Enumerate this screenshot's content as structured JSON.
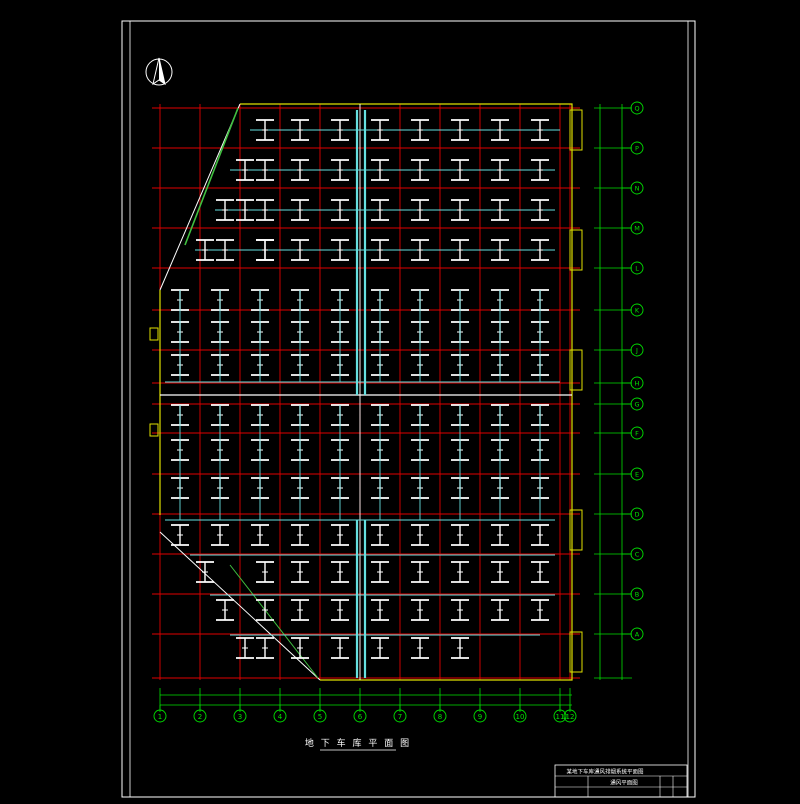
{
  "drawing": {
    "title": "地 下 车 库 平 面 图",
    "titleblock_line1": "某地下车库通风排烟系统平面图",
    "titleblock_line2": "通风平面图",
    "north_arrow": "north-arrow-icon"
  },
  "axes": {
    "x_labels": [
      "1",
      "2",
      "3",
      "4",
      "5",
      "6",
      "7",
      "8",
      "9",
      "10",
      "11",
      "12"
    ],
    "y_labels": [
      "Q",
      "P",
      "N",
      "M",
      "L",
      "K",
      "J",
      "H",
      "G",
      "F",
      "E",
      "D",
      "C",
      "B",
      "A"
    ]
  },
  "colors": {
    "background": "#000000",
    "frame": "#ffffff",
    "grid": "#e00000",
    "duct": "#ffffff",
    "duct_main": "#66e0e0",
    "wall": "#e0e000",
    "diagonal": "#40c040",
    "dim": "#00e000"
  }
}
